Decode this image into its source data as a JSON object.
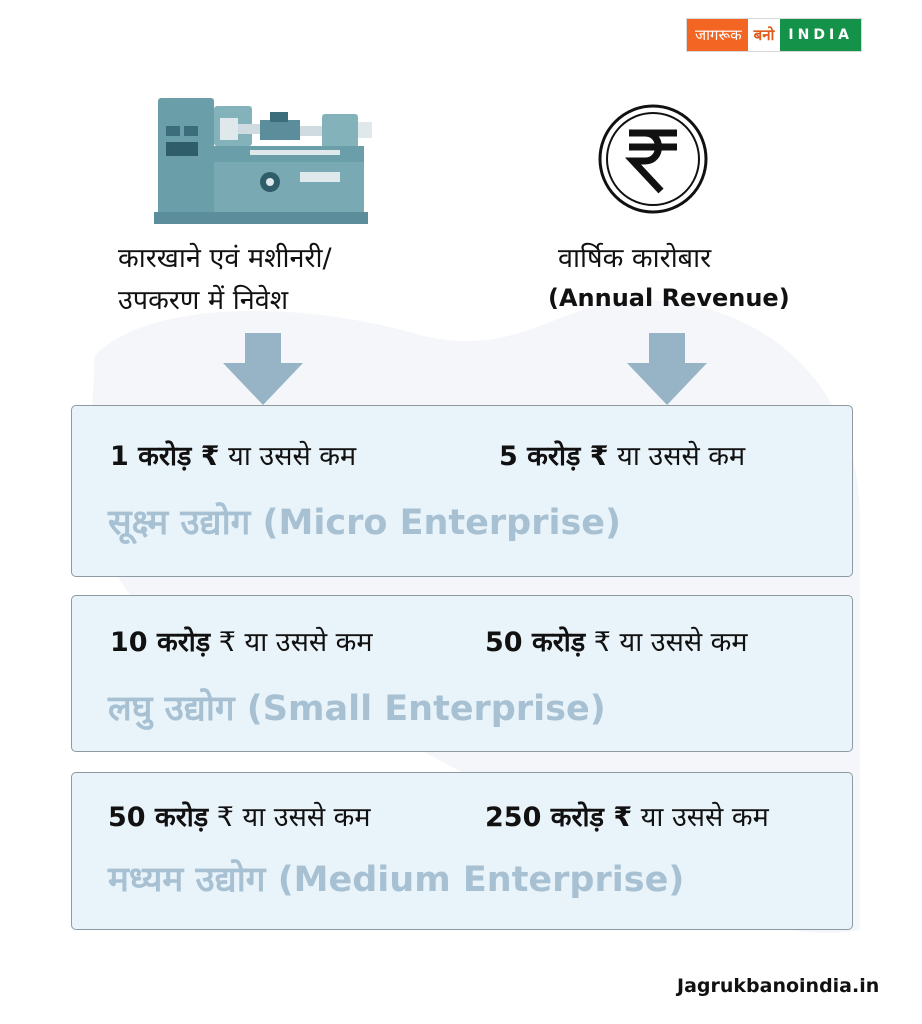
{
  "logo": {
    "part1": "जागरूक",
    "part2": "बनो",
    "part3": "INDIA"
  },
  "icons": {
    "machine": "lathe-machine-icon",
    "currency": "rupee-coin-icon",
    "arrow": "down-arrow-icon"
  },
  "headers": {
    "investment_line1": "कारखाने एवं मशीनरी/",
    "investment_line2": "उपकरण में निवेश",
    "revenue_line1": "वार्षिक कारोबार",
    "revenue_line2": "(Annual Revenue)"
  },
  "tiers": [
    {
      "investment_amount": "1 करोड़ ₹",
      "investment_suffix": " या उससे कम",
      "revenue_amount": "5 करोड़ ₹",
      "revenue_suffix": " या उससे कम",
      "name": "सूक्ष्म उद्योग (Micro Enterprise)"
    },
    {
      "investment_amount": "10 करोड़",
      "investment_suffix": " ₹ या उससे कम",
      "revenue_amount": "50 करोड़",
      "revenue_suffix": " ₹ या उससे कम",
      "name": "लघु उद्योग (Small Enterprise)"
    },
    {
      "investment_amount": "50 करोड़",
      "investment_suffix": " ₹ या उससे कम",
      "revenue_amount": "250 करोड़ ₹",
      "revenue_suffix": " या उससे कम",
      "name": "मध्यम उद्योग (Medium Enterprise)"
    }
  ],
  "footer": {
    "site": "Jagrukbanoindia.in"
  },
  "colors": {
    "card_bg": "#e9f3fa",
    "tier_name": "#a7c1d3",
    "arrow": "#97b4c6",
    "logo_orange": "#f26522",
    "logo_green": "#14924a"
  }
}
